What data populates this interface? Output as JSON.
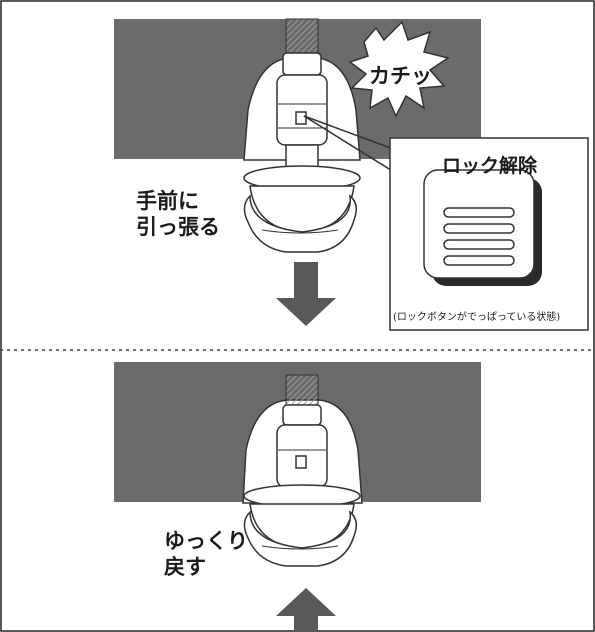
{
  "step1": {
    "label_line1": "手前に",
    "label_line2": "引っ張る",
    "sound_effect": "カチッ",
    "callout_title": "ロック解除",
    "callout_caption": "(ロックボタンがでっぱっている状態)"
  },
  "step2": {
    "label_line1": "ゆっくり",
    "label_line2": "戻す"
  },
  "colors": {
    "wall": "#6b6b6b",
    "arrow": "#595959",
    "line": "#1a1a1a",
    "divider": "#444444"
  }
}
